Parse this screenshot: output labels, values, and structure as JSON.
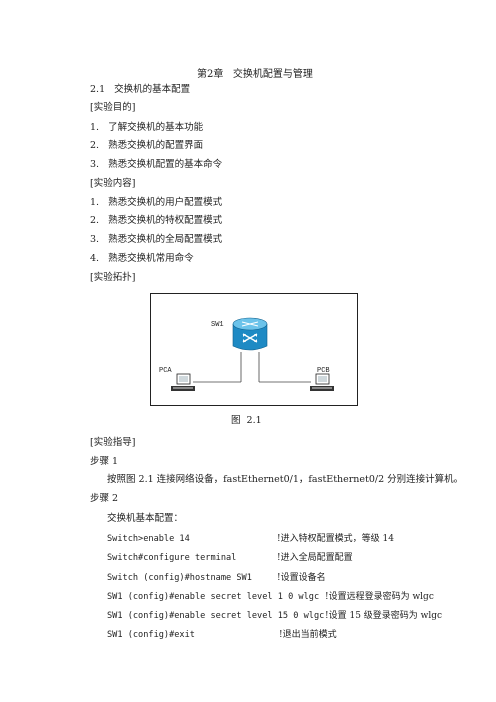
{
  "chapter_title": "第2章   交换机配置与管理",
  "section_title": "2.1   交换机的基本配置",
  "objectives": {
    "header": "[实验目的]",
    "items": [
      "1.   了解交换机的基本功能",
      "2.   熟悉交换机的配置界面",
      "3.   熟悉交换机配置的基本命令"
    ]
  },
  "content": {
    "header": "[实验内容]",
    "items": [
      "1.   熟悉交换机的用户配置模式",
      "2.   熟悉交换机的特权配置模式",
      "3.   熟悉交换机的全局配置模式",
      "4.   熟悉交换机常用命令"
    ]
  },
  "topology": {
    "header": "[实验拓扑]",
    "switch_label": "SW1",
    "pc_a_label": "PCA",
    "pc_b_label": "PCB",
    "caption": "图  2.1"
  },
  "guide": {
    "header": "[实验指导]",
    "step1_label": "步骤 1",
    "step1_text": "按照图 2.1 连接网络设备，fastEthernet0/1，fastEthernet0/2 分别连接计算机。",
    "step2_label": "步骤 2",
    "step2_intro": "交换机基本配置：",
    "commands": [
      {
        "cmd": "Switch>enable 14",
        "comment": "!进入特权配置模式，等级 14"
      },
      {
        "cmd": "Switch#configure terminal",
        "comment": "!进入全局配置配置"
      },
      {
        "cmd": "Switch (config)#hostname SW1",
        "comment": "!设置设备名"
      },
      {
        "cmd": "SW1 (config)#enable secret level 1 0 wlgc",
        "comment": "!设置远程登录密码为 wlgc"
      },
      {
        "cmd": "SW1 (config)#enable secret level 15 0 wlgc",
        "comment": "!设置 15 级登录密码为 wlgc"
      },
      {
        "cmd": "SW1 (config)#exit",
        "comment": "!退出当前模式"
      }
    ]
  },
  "colors": {
    "switch_body": "#1e8ac4",
    "switch_top": "#6cc3ea"
  }
}
